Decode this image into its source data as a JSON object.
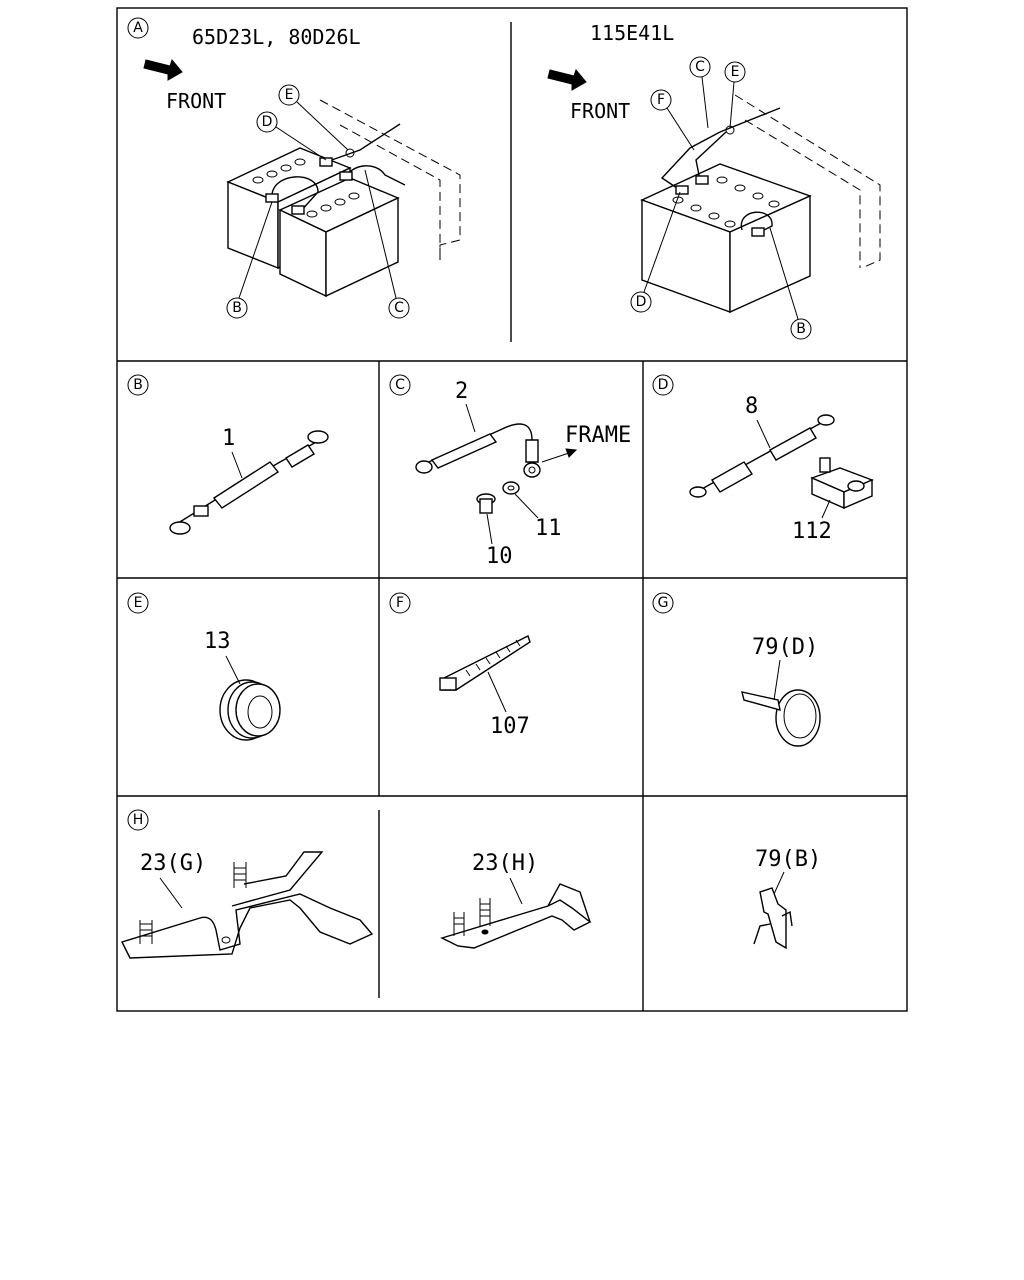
{
  "panel_a": {
    "marker": "A",
    "left_title": "65D23L, 80D26L",
    "right_title": "115E41L",
    "front_label": "FRONT",
    "left_callouts": [
      "E",
      "D",
      "B",
      "C"
    ],
    "right_callouts": [
      "C",
      "E",
      "F",
      "D",
      "B"
    ]
  },
  "panel_b": {
    "marker": "B",
    "part": "1"
  },
  "panel_c": {
    "marker": "C",
    "part_cable": "2",
    "frame_label": "FRAME",
    "part_bolt": "10",
    "part_washer": "11"
  },
  "panel_d": {
    "marker": "D",
    "part_cable": "8",
    "part_terminal": "112"
  },
  "panel_e": {
    "marker": "E",
    "part": "13"
  },
  "panel_f": {
    "marker": "F",
    "part": "107"
  },
  "panel_g": {
    "marker": "G",
    "part": "79(D)"
  },
  "panel_h": {
    "marker": "H",
    "part_g": "23(G)",
    "part_h": "23(H)",
    "part_clip": "79(B)"
  }
}
